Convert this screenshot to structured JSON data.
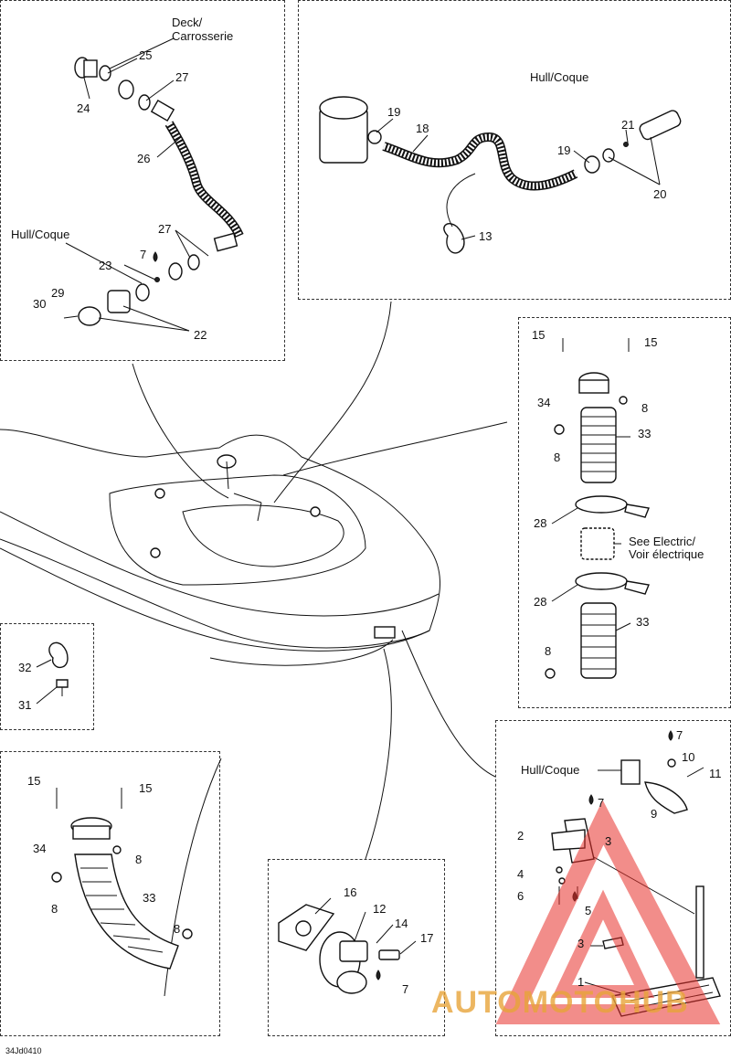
{
  "diagram_id": "34Jd0410",
  "labels": {
    "deck": "Deck/",
    "carrosserie": "Carrosserie",
    "hull_coque_1": "Hull/Coque",
    "hull_coque_2": "Hull/Coque",
    "hull_coque_3": "Hull/Coque",
    "see_electric": "See Electric/",
    "voir_electrique": "Voir électrique"
  },
  "parts": {
    "p1": "1",
    "p2": "2",
    "p3a": "3",
    "p3b": "3",
    "p4": "4",
    "p5": "5",
    "p6": "6",
    "p7a": "7",
    "p7b": "7",
    "p7c": "7",
    "p7d": "7",
    "p8a": "8",
    "p8b": "8",
    "p8c": "8",
    "p8d": "8",
    "p8e": "8",
    "p8f": "8",
    "p9": "9",
    "p10": "10",
    "p11": "11",
    "p12": "12",
    "p13": "13",
    "p14": "14",
    "p15a": "15",
    "p15b": "15",
    "p15c": "15",
    "p15d": "15",
    "p16": "16",
    "p17": "17",
    "p18": "18",
    "p19a": "19",
    "p19b": "19",
    "p20": "20",
    "p21": "21",
    "p22": "22",
    "p23": "23",
    "p24": "24",
    "p25": "25",
    "p26": "26",
    "p27a": "27",
    "p27b": "27",
    "p28a": "28",
    "p28b": "28",
    "p29": "29",
    "p30": "30",
    "p31": "31",
    "p32": "32",
    "p33a": "33",
    "p33b": "33",
    "p33c": "33",
    "p34a": "34",
    "p34b": "34"
  },
  "watermark": {
    "part1": "AUTOMOTO",
    "part2": "HUB",
    "color": "#e8302a"
  }
}
